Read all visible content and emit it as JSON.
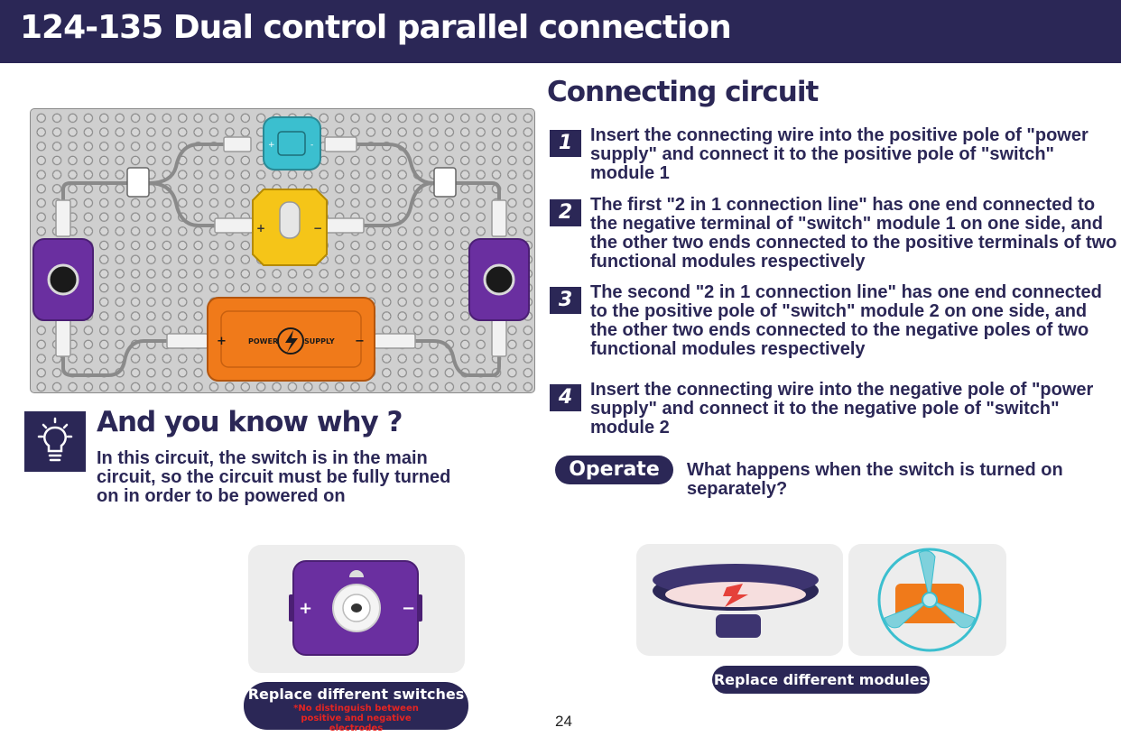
{
  "header": {
    "title": "124-135 Dual control parallel connection"
  },
  "circuit_board": {
    "power_label_left": "POWER",
    "power_label_right": "SUPPLY",
    "plus": "+",
    "minus": "−"
  },
  "connecting": {
    "title": "Connecting circuit",
    "steps": [
      {
        "num": "1",
        "text": "Insert the connecting wire into the positive pole of \"power supply\" and connect it to the positive pole of \"switch\" module 1"
      },
      {
        "num": "2",
        "text": "The first \"2 in 1 connection line\" has one end connected to the negative terminal of \"switch\" module 1 on one side, and the other two ends connected to the positive terminals of two functional modules respectively"
      },
      {
        "num": "3",
        "text": "The second \"2 in 1 connection line\" has one end connected to the positive pole of \"switch\" module 2 on one side, and the other two ends connected to the negative poles of two functional modules respectively"
      },
      {
        "num": "4",
        "text": "Insert the connecting wire into the negative pole of \"power supply\" and connect it to the negative pole of \"switch\" module 2"
      }
    ]
  },
  "know_why": {
    "title": "And you know why ?",
    "text": "In this circuit, the switch is in the main\ncircuit, so the circuit must be fully turned\n on in order to be powered on",
    "icon": "lightbulb-icon"
  },
  "operate": {
    "label": "Operate",
    "text": "What happens when the switch is turned on separately?"
  },
  "replace_switches": {
    "label": "Replace different switches",
    "note": "*No distinguish between positive and negative electrodes",
    "plus": "+",
    "minus": "−"
  },
  "replace_modules": {
    "label": "Replace different modules"
  },
  "page": {
    "number": "24"
  },
  "colors": {
    "navy": "#2b2756",
    "orange": "#f07a1a",
    "purple": "#6a2fa0",
    "cyan": "#3bbfcf",
    "yellow": "#f5c518",
    "note_red": "#e52421"
  }
}
